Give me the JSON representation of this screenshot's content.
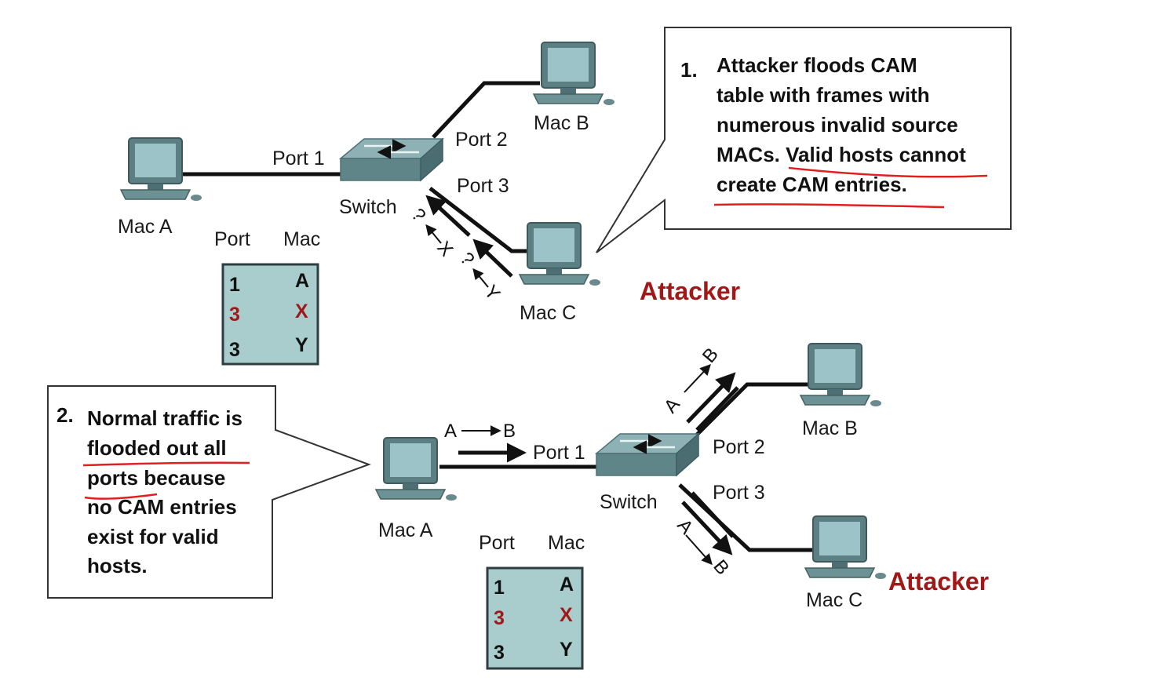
{
  "colors": {
    "accent_red": "#a01818",
    "switch_fill": "#6f9499",
    "computer_screen": "#8fb7bd",
    "table_fill": "#a9cccd"
  },
  "top": {
    "mac_a": "Mac A",
    "mac_b": "Mac B",
    "mac_c": "Mac C",
    "switch": "Switch",
    "port1": "Port 1",
    "port2": "Port 2",
    "port3": "Port 3",
    "attacker": "Attacker",
    "flow_q1": "?",
    "flow_x": "X",
    "flow_q2": "?",
    "flow_y": "Y",
    "table": {
      "header_port": "Port",
      "header_mac": "Mac",
      "rows": [
        {
          "port": "1",
          "mac": "A"
        },
        {
          "port": "3",
          "mac": "X"
        },
        {
          "port": "3",
          "mac": "Y"
        }
      ]
    },
    "callout": {
      "number": "1.",
      "lines": [
        "Attacker floods CAM",
        "table with frames with",
        "numerous invalid source",
        "MACs. Valid hosts cannot",
        "create CAM entries."
      ]
    }
  },
  "bottom": {
    "mac_a": "Mac A",
    "mac_b": "Mac B",
    "mac_c": "Mac C",
    "switch": "Switch",
    "port1": "Port 1",
    "port2": "Port 2",
    "port3": "Port 3",
    "attacker": "Attacker",
    "flow_in_a": "A",
    "flow_in_b": "B",
    "flow_up_a": "A",
    "flow_up_b": "B",
    "flow_down_a": "A",
    "flow_down_b": "B",
    "table": {
      "header_port": "Port",
      "header_mac": "Mac",
      "rows": [
        {
          "port": "1",
          "mac": "A"
        },
        {
          "port": "3",
          "mac": "X"
        },
        {
          "port": "3",
          "mac": "Y"
        }
      ]
    },
    "callout": {
      "number": "2.",
      "lines": [
        "Normal traffic is",
        "flooded out all",
        "ports because",
        "no CAM entries",
        "exist for valid",
        "hosts."
      ]
    }
  }
}
